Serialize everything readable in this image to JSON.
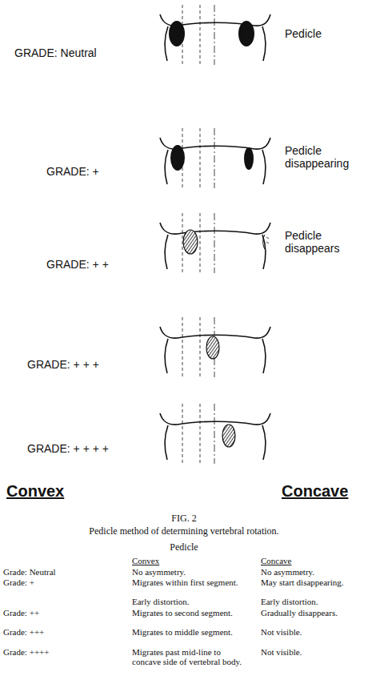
{
  "diagram": {
    "caption": "Pedicle method of determining vertebral rotation.",
    "labels": [
      "GRADE: Neutral",
      "Pedicle",
      "GRADE: +",
      "Pedicle disappearing",
      "GRADE: + +",
      "Pedicle disappears",
      "GRADE: + + +",
      "GRADE: + + + +",
      "Convex",
      "Concave",
      "FIG. 2",
      "Pedicle",
      "Convex",
      "Concave",
      "Grade: Neutral",
      "No asymmetry.",
      "No asymmetry.",
      "Grade: +",
      "Migrates within first segment.",
      "May start disappearing.",
      "Early distortion.",
      "Early distortion.",
      "Grade: ++",
      "Migrates to second segment.",
      "Gradually disappears.",
      "Grade: +++",
      "Migrates to middle segment.",
      "Not visible.",
      "Grade: ++++",
      "Migrates past mid-line to concave side of vertebral body.",
      "Not visible."
    ]
  }
}
